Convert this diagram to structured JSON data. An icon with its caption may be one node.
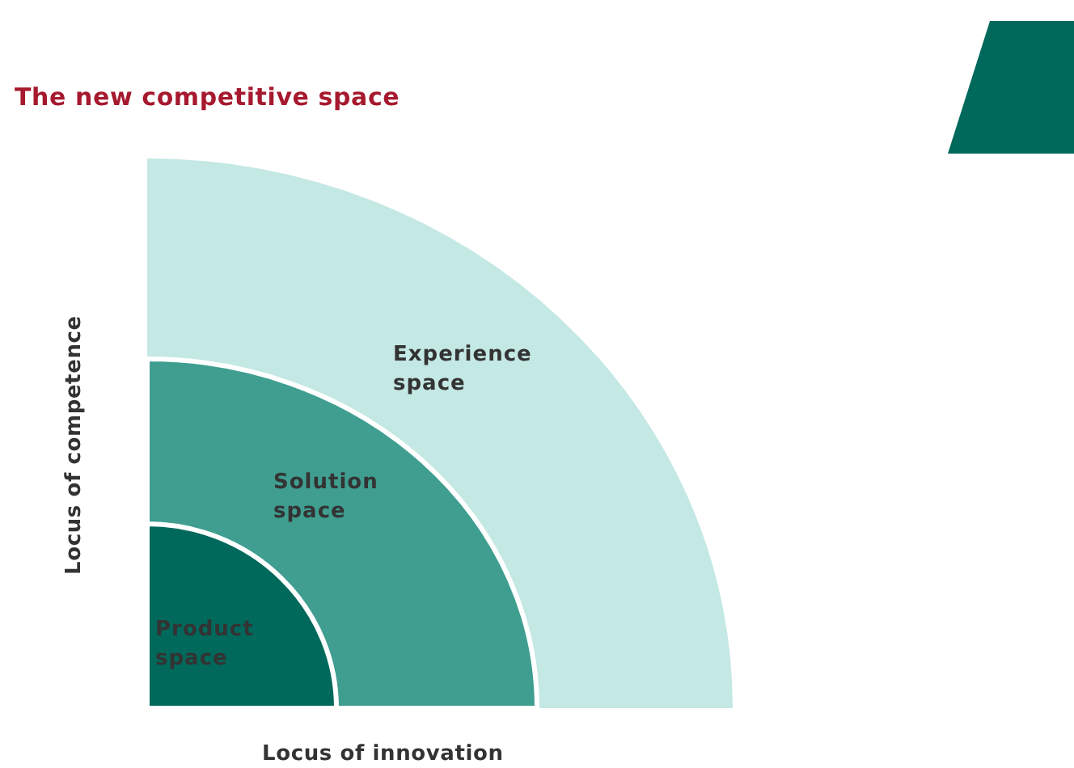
{
  "diagram": {
    "title": "The new competitive space",
    "nodes": [
      {
        "text": [
          "Experience space"
        ]
      },
      {
        "text": [
          "Solution space"
        ],
        "in": 0
      },
      {
        "text": [
          "Product space"
        ],
        "in": 1
      }
    ],
    "labels": [
      "Locus of competence",
      "Locus of innovation"
    ]
  }
}
